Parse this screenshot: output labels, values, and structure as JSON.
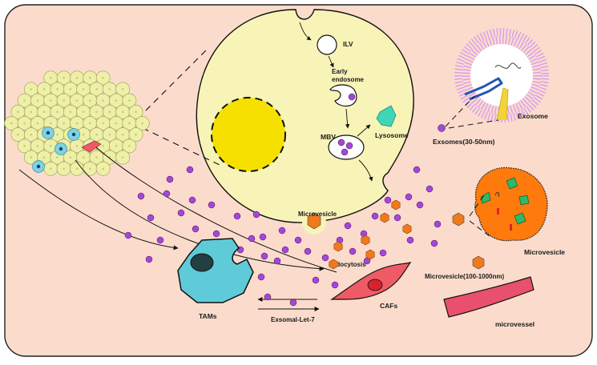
{
  "labels": {
    "ilv": "ILV",
    "early_endosome_line1": "Early",
    "early_endosome_line2": "endosome",
    "mbv": "MBV",
    "lysosome": "Lysosome",
    "microvesicle_center": "Microvesicle",
    "endocytosis": "endocytosis",
    "exosome": "Exosome",
    "exosomes_size": "Exsomes(30-50nm)",
    "microvesicle_right": "Microvesicle",
    "microvesicle_size": "Microvesicle(100-1000nm)",
    "microvessel": "microvessel",
    "tams": "TAMs",
    "cafs": "CAFs",
    "exosomal_let7": "Exsomal-Let-7"
  },
  "colors": {
    "background_panel": "#fbdccc",
    "cell_body": "#f8f3b7",
    "nucleus": "#f6e000",
    "tumor_cell": "#eef0a8",
    "stem_cell": "#7dd3e6",
    "vesicle_purple": "#a646d9",
    "hexagon_orange": "#ef7a1b",
    "tam": "#5fcbd8",
    "caf": "#ee5b66",
    "lysosome": "#3fd6b8",
    "microvesicle_body": "#ff7a0d",
    "microvesicle_cargo": "#2fb86a",
    "microvessel": "#e8506d",
    "exosome_membrane": "#c98ae8",
    "receptor_blue": "#2356b5",
    "receptor_yellow": "#f2d43a"
  },
  "icons": {
    "tumor_cluster": "tumor-cell-cluster-icon",
    "lysosome": "lysosome-icon",
    "exosome": "exosome-icon",
    "microvesicle": "microvesicle-icon",
    "microvessel": "microvessel-icon"
  }
}
